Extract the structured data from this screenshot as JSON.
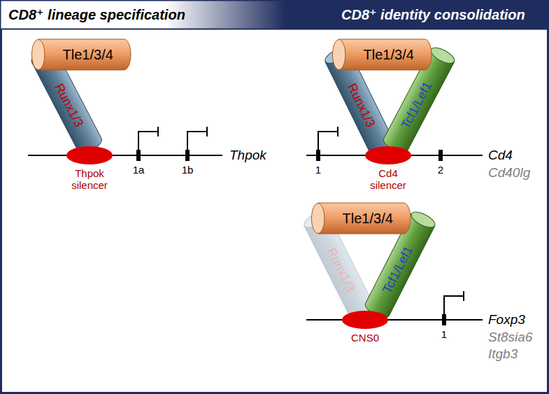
{
  "diagram": {
    "nodes": [
      {
        "text": [
          "Tle1/3/4"
        ]
      },
      {
        "text": [
          "Runx1/3"
        ]
      },
      {
        "text": [
          "Thpok silencer"
        ]
      },
      {
        "text": [
          "Tle1/3/4"
        ]
      },
      {
        "text": [
          "Runx1/3"
        ]
      },
      {
        "text": [
          "Tcf1/Lef1"
        ]
      },
      {
        "text": [
          "Cd4 silencer"
        ]
      },
      {
        "text": [
          "Tle1/3/4"
        ]
      },
      {
        "text": [
          "Runx1/3"
        ]
      },
      {
        "text": [
          "Tcf1/Lef1"
        ]
      },
      {
        "text": [
          "CNS0"
        ]
      }
    ],
    "labels": [
      "CD8⁺ lineage specification",
      "CD8⁺ identity consolidation",
      "1a",
      "1b",
      "Thpok",
      "1",
      "2",
      "Cd4",
      "Cd40lg",
      "1",
      "Foxp3",
      "St8sia6",
      "Itgb3"
    ]
  }
}
